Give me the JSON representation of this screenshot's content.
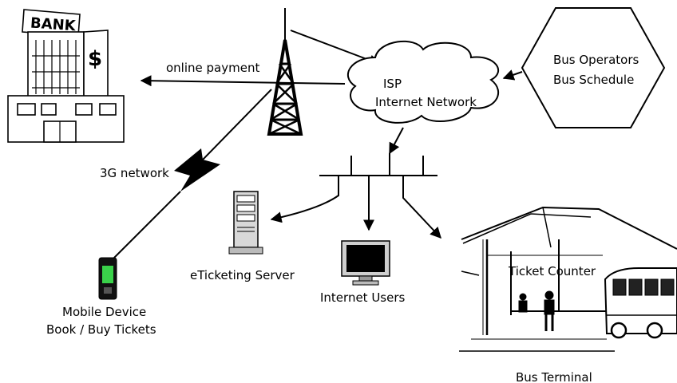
{
  "labels": {
    "online_payment": "online payment",
    "isp": "ISP",
    "internet_network": "Internet Network",
    "bus_operators": "Bus Operators",
    "bus_schedule": "Bus Schedule",
    "network_3g": "3G network",
    "eticketing_server": "eTicketing Server",
    "internet_users": "Internet Users",
    "ticket_counter": "Ticket Counter",
    "mobile_device": "Mobile Device",
    "book_buy_tickets": "Book / Buy Tickets",
    "bus_terminal": "Bus Terminal",
    "bank_sign": "BANK",
    "bank_symbol": "$"
  },
  "icons": [
    "bank-icon",
    "cell-tower-icon",
    "cloud-icon",
    "hexagon-icon",
    "server-icon",
    "monitor-icon",
    "mobile-phone-icon",
    "bus-terminal-icon",
    "lightning-bolt-icon"
  ]
}
